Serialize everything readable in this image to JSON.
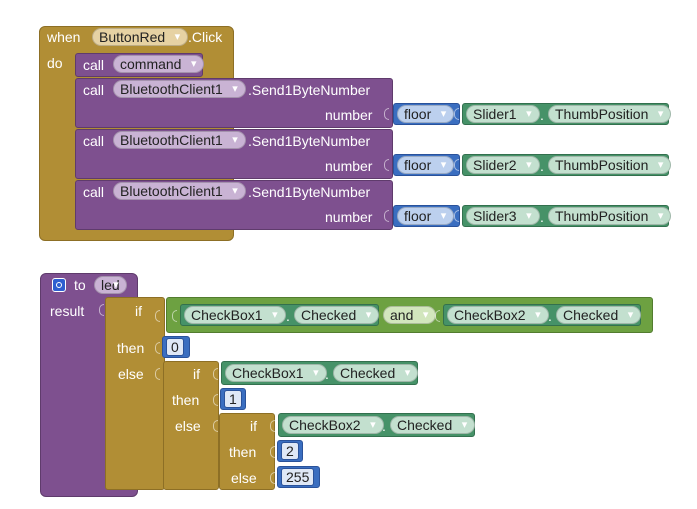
{
  "event_block": {
    "when_label": "when",
    "component": "ButtonRed",
    "event": ".Click",
    "do_label": "do",
    "call_command": {
      "call_label": "call",
      "procedure": "command"
    },
    "calls": [
      {
        "call_label": "call",
        "component": "BluetoothClient1",
        "method": ".Send1ByteNumber",
        "param_label": "number",
        "func": "floor",
        "slider": "Slider1",
        "dot": ".",
        "property": "ThumbPosition"
      },
      {
        "call_label": "call",
        "component": "BluetoothClient1",
        "method": ".Send1ByteNumber",
        "param_label": "number",
        "func": "floor",
        "slider": "Slider2",
        "dot": ".",
        "property": "ThumbPosition"
      },
      {
        "call_label": "call",
        "component": "BluetoothClient1",
        "method": ".Send1ByteNumber",
        "param_label": "number",
        "func": "floor",
        "slider": "Slider3",
        "dot": ".",
        "property": "ThumbPosition"
      }
    ]
  },
  "procedure_block": {
    "to_label": "to",
    "name": "led",
    "result_label": "result",
    "if1": {
      "if_label": "if",
      "cond_left_comp": "CheckBox1",
      "cond_left_dot": ".",
      "cond_left_prop": "Checked",
      "op": "and",
      "cond_right_comp": "CheckBox2",
      "cond_right_dot": ".",
      "cond_right_prop": "Checked",
      "then_label": "then",
      "then_value": "0",
      "else_label": "else"
    },
    "if2": {
      "if_label": "if",
      "cond_comp": "CheckBox1",
      "cond_dot": ".",
      "cond_prop": "Checked",
      "then_label": "then",
      "then_value": "1",
      "else_label": "else"
    },
    "if3": {
      "if_label": "if",
      "cond_comp": "CheckBox2",
      "cond_dot": ".",
      "cond_prop": "Checked",
      "then_label": "then",
      "then_value": "2",
      "else_label": "else",
      "else_value": "255"
    }
  },
  "colors": {
    "control": "#b18e35",
    "procedure": "#7e508f",
    "math": "#3a6ec0",
    "component": "#469268",
    "logic": "#6da141"
  }
}
